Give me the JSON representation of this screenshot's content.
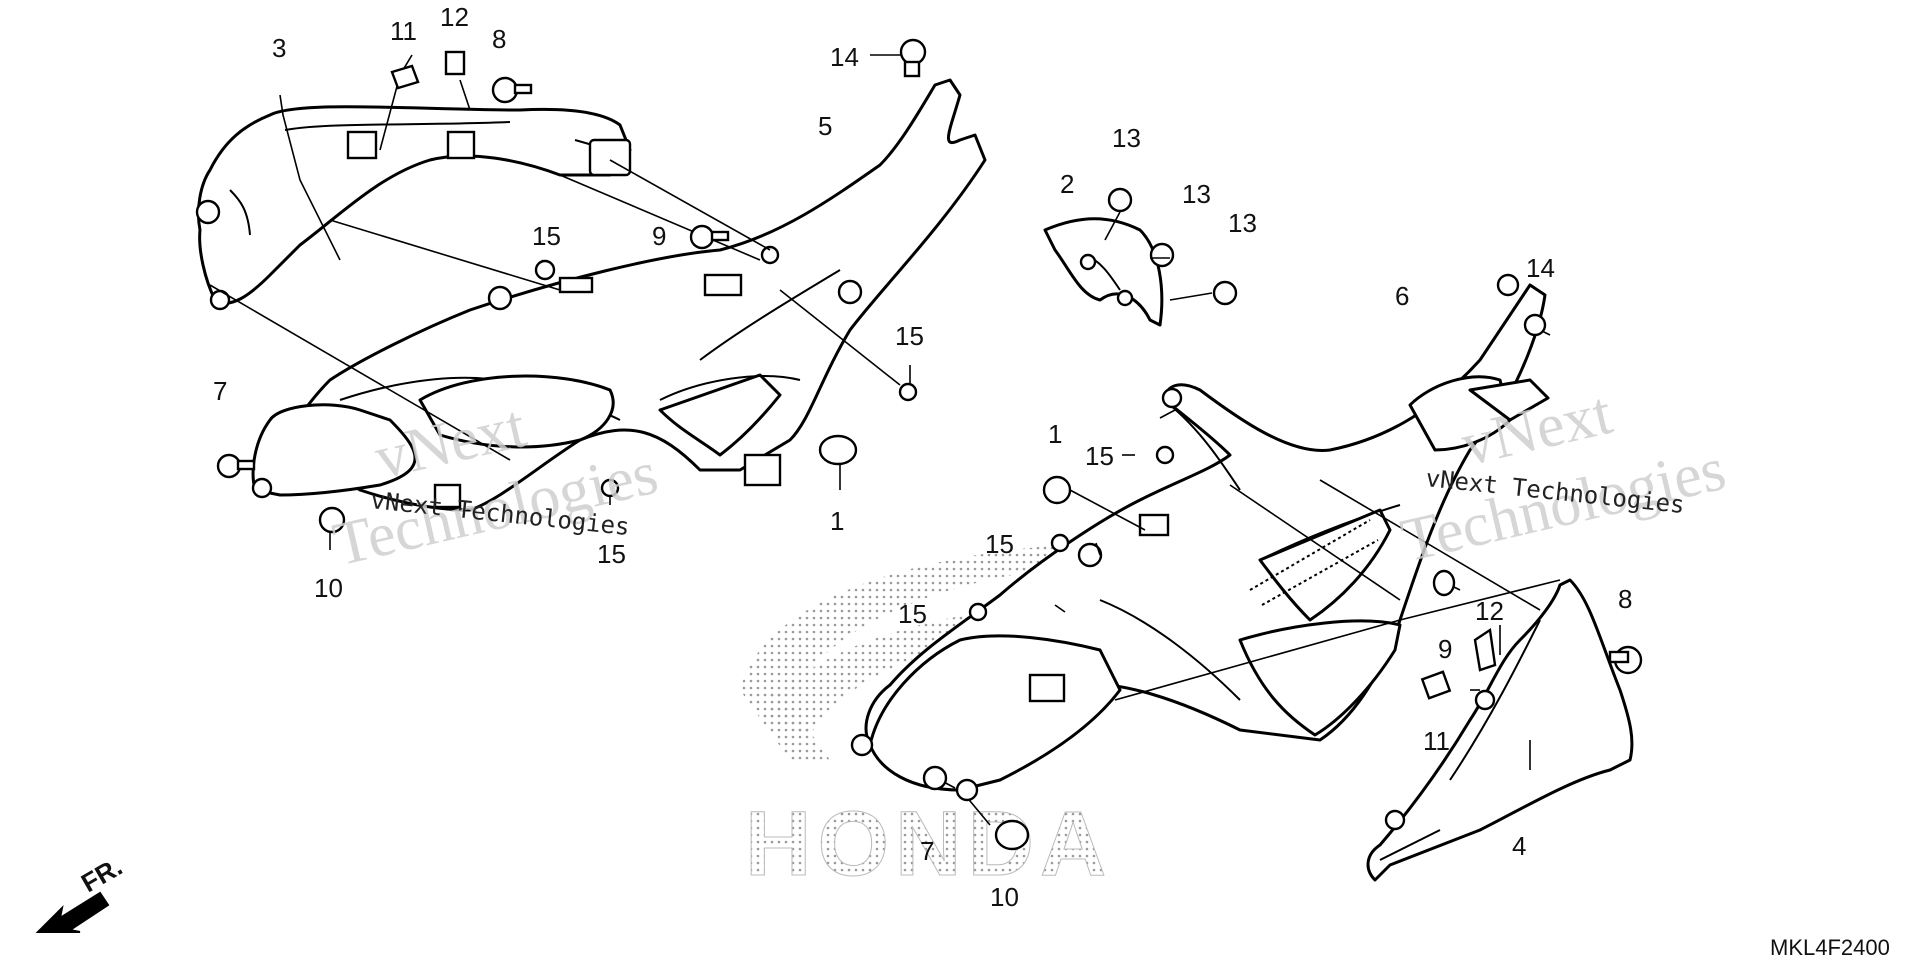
{
  "watermarks": [
    {
      "line1": "vNext",
      "line2": "Technologies",
      "small": "vNext Technologies"
    },
    {
      "line1": "vNext",
      "line2": "Technologies",
      "small": "vNext Technologies"
    }
  ],
  "logo_text": "HONDA",
  "front_indicator": "FR.",
  "diagram_code": "MKL4F2400",
  "callouts": {
    "c3": "3",
    "c11a": "11",
    "c12a": "12",
    "c8a": "8",
    "c14a": "14",
    "c5": "5",
    "c9a": "9",
    "c15a": "15",
    "c15b": "15",
    "c7a": "7",
    "c10a": "10",
    "c15c": "15",
    "c1a": "1",
    "c2": "2",
    "c13a": "13",
    "c13b": "13",
    "c13c": "13",
    "c14b": "14",
    "c6": "6",
    "c1b": "1",
    "c15d": "15",
    "c15e": "15",
    "c15f": "15",
    "c9b": "9",
    "c12b": "12",
    "c11b": "11",
    "c8b": "8",
    "c4": "4",
    "c7b": "7",
    "c10b": "10"
  },
  "colors": {
    "line": "#000000",
    "background": "#ffffff",
    "watermark": "#cfcfcf"
  }
}
